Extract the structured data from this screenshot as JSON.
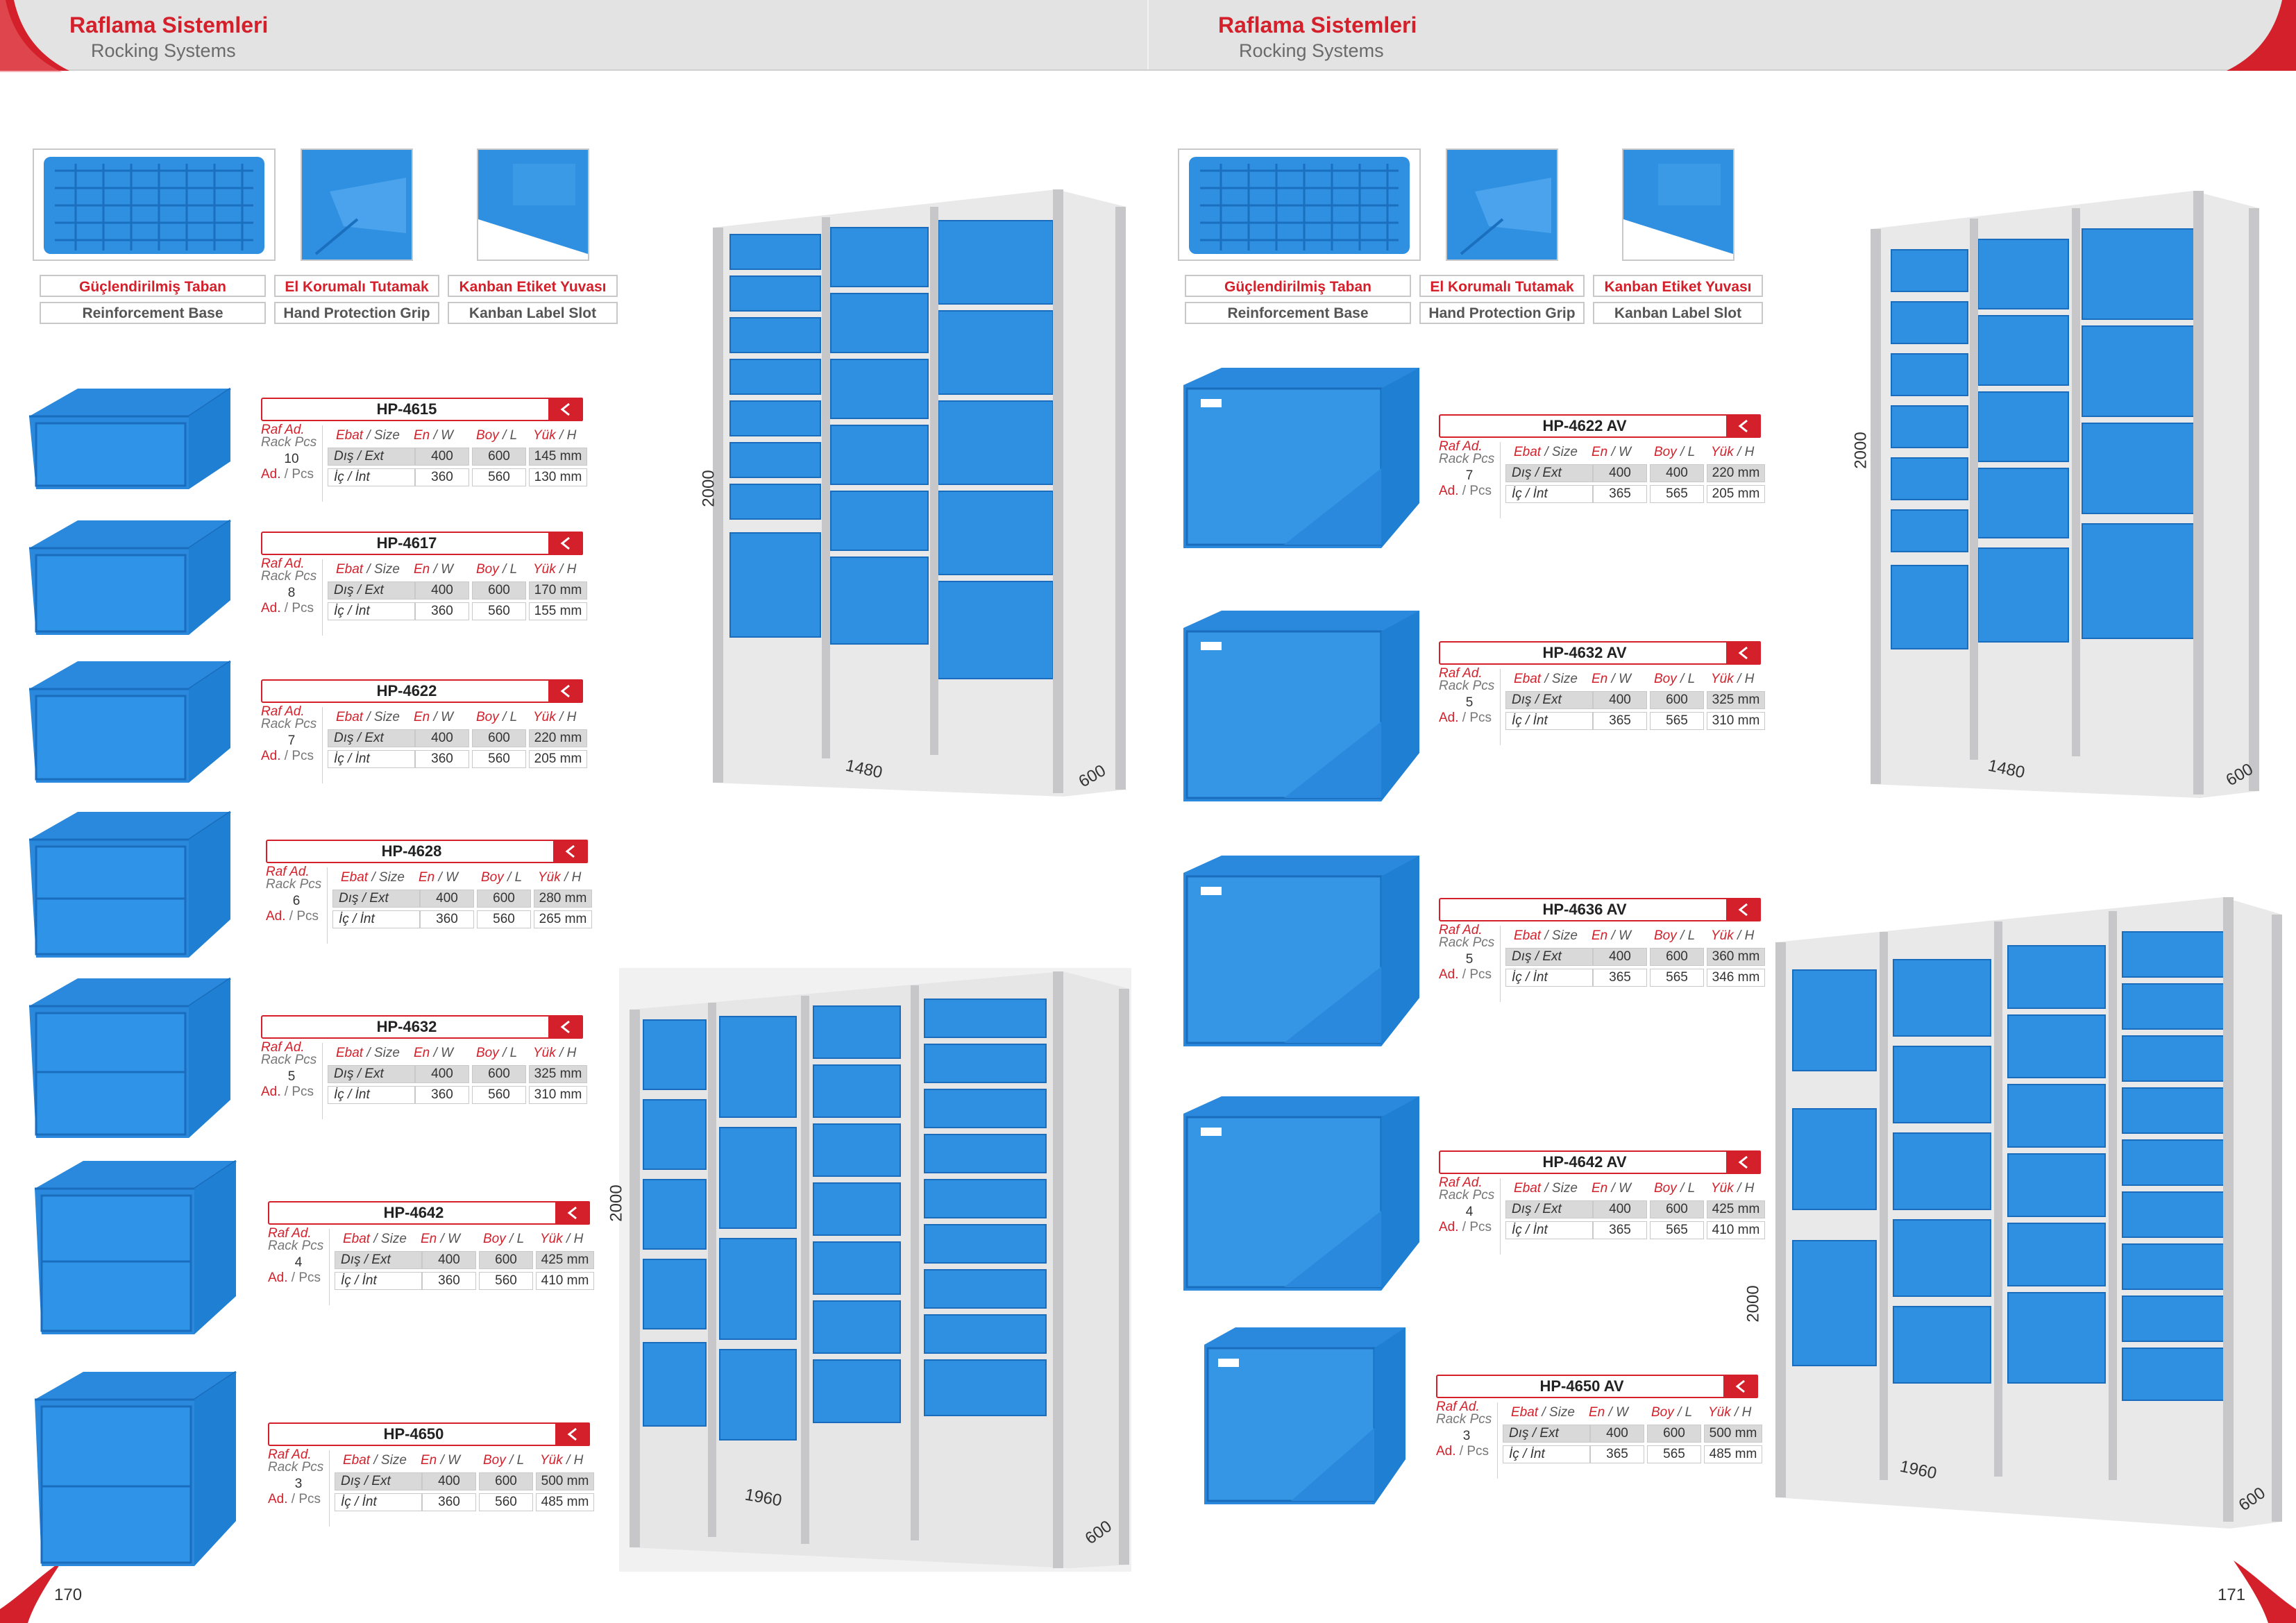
{
  "left": {
    "title": "Raflama Sistemleri",
    "subtitle": "Rocking Systems",
    "page_number": "170",
    "features": [
      {
        "tr": "Güçlendirilmiş Taban",
        "en": "Reinforcement Base"
      },
      {
        "tr": "El Korumalı Tutamak",
        "en": "Hand Protection Grip"
      },
      {
        "tr": "Kanban Etiket Yuvası",
        "en": "Kanban Label Slot"
      }
    ],
    "products": [
      {
        "code": "HP-4615",
        "pcs": "10",
        "ext_w": "400",
        "ext_l": "600",
        "ext_h": "145 mm",
        "int_w": "360",
        "int_l": "560",
        "int_h": "130 mm"
      },
      {
        "code": "HP-4617",
        "pcs": "8",
        "ext_w": "400",
        "ext_l": "600",
        "ext_h": "170 mm",
        "int_w": "360",
        "int_l": "560",
        "int_h": "155 mm"
      },
      {
        "code": "HP-4622",
        "pcs": "7",
        "ext_w": "400",
        "ext_l": "600",
        "ext_h": "220 mm",
        "int_w": "360",
        "int_l": "560",
        "int_h": "205 mm"
      },
      {
        "code": "HP-4628",
        "pcs": "6",
        "ext_w": "400",
        "ext_l": "600",
        "ext_h": "280 mm",
        "int_w": "360",
        "int_l": "560",
        "int_h": "265 mm"
      },
      {
        "code": "HP-4632",
        "pcs": "5",
        "ext_w": "400",
        "ext_l": "600",
        "ext_h": "325 mm",
        "int_w": "360",
        "int_l": "560",
        "int_h": "310 mm"
      },
      {
        "code": "HP-4642",
        "pcs": "4",
        "ext_w": "400",
        "ext_l": "600",
        "ext_h": "425 mm",
        "int_w": "360",
        "int_l": "560",
        "int_h": "410 mm"
      },
      {
        "code": "HP-4650",
        "pcs": "3",
        "ext_w": "400",
        "ext_l": "600",
        "ext_h": "500 mm",
        "int_w": "360",
        "int_l": "560",
        "int_h": "485 mm"
      }
    ],
    "rack1": {
      "height": "2000",
      "width": "1480",
      "depth": "600"
    },
    "rack2": {
      "height": "2000",
      "width": "1960",
      "depth": "600"
    }
  },
  "right": {
    "title": "Raflama Sistemleri",
    "subtitle": "Rocking Systems",
    "page_number": "171",
    "features": [
      {
        "tr": "Güçlendirilmiş Taban",
        "en": "Reinforcement Base"
      },
      {
        "tr": "El Korumalı Tutamak",
        "en": "Hand Protection Grip"
      },
      {
        "tr": "Kanban Etiket Yuvası",
        "en": "Kanban Label Slot"
      }
    ],
    "products": [
      {
        "code": "HP-4622 AV",
        "pcs": "7",
        "ext_w": "400",
        "ext_l": "400",
        "ext_h": "220 mm",
        "int_w": "365",
        "int_l": "565",
        "int_h": "205 mm"
      },
      {
        "code": "HP-4632 AV",
        "pcs": "5",
        "ext_w": "400",
        "ext_l": "600",
        "ext_h": "325 mm",
        "int_w": "365",
        "int_l": "565",
        "int_h": "310 mm"
      },
      {
        "code": "HP-4636 AV",
        "pcs": "5",
        "ext_w": "400",
        "ext_l": "600",
        "ext_h": "360 mm",
        "int_w": "365",
        "int_l": "565",
        "int_h": "346 mm"
      },
      {
        "code": "HP-4642 AV",
        "pcs": "4",
        "ext_w": "400",
        "ext_l": "600",
        "ext_h": "425 mm",
        "int_w": "365",
        "int_l": "565",
        "int_h": "410 mm"
      },
      {
        "code": "HP-4650 AV",
        "pcs": "3",
        "ext_w": "400",
        "ext_l": "600",
        "ext_h": "500 mm",
        "int_w": "365",
        "int_l": "565",
        "int_h": "485 mm"
      }
    ],
    "rack1": {
      "height": "2000",
      "width": "1480",
      "depth": "600"
    },
    "rack2": {
      "height": "2000",
      "width": "1960",
      "depth": "600"
    }
  },
  "labels": {
    "raf_ad": "Raf Ad.",
    "rack_pcs": "Rack Pcs",
    "ad": "Ad.",
    "pcs": " / Pcs",
    "ebat": "Ebat",
    "size": " / Size",
    "en": "En",
    "w": " / W",
    "boy": "Boy",
    "l": " / L",
    "yuk": "Yük",
    "h": " / H",
    "dis_ext": "Dış / Ext",
    "ic_int": "İç / İnt"
  },
  "colors": {
    "brand_red": "#d3202b",
    "crate_blue": "#2f8fe0"
  }
}
